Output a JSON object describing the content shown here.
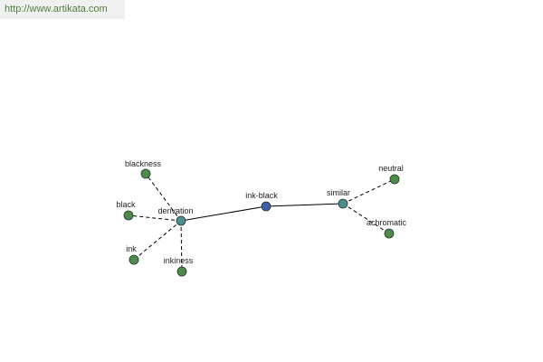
{
  "banner": {
    "url_text": "http://www.artikata.com"
  },
  "colors": {
    "leaf": "#4e8a4e",
    "hub": "#4e8c93",
    "center": "#3f5fa6"
  },
  "nodes": [
    {
      "id": "ink-black",
      "label": "ink-black",
      "kind": "center"
    },
    {
      "id": "derivation",
      "label": "derivation",
      "kind": "hub"
    },
    {
      "id": "similar",
      "label": "similar",
      "kind": "hub"
    },
    {
      "id": "blackness",
      "label": "blackness",
      "kind": "leaf"
    },
    {
      "id": "black",
      "label": "black",
      "kind": "leaf"
    },
    {
      "id": "ink",
      "label": "ink",
      "kind": "leaf"
    },
    {
      "id": "inkiness",
      "label": "inkiness",
      "kind": "leaf"
    },
    {
      "id": "neutral",
      "label": "neutral",
      "kind": "leaf"
    },
    {
      "id": "achromatic",
      "label": "achromatic",
      "kind": "leaf"
    }
  ],
  "edges": [
    {
      "from": "ink-black",
      "to": "derivation",
      "style": "solid"
    },
    {
      "from": "ink-black",
      "to": "similar",
      "style": "solid"
    },
    {
      "from": "derivation",
      "to": "blackness",
      "style": "dashed"
    },
    {
      "from": "derivation",
      "to": "black",
      "style": "dashed"
    },
    {
      "from": "derivation",
      "to": "ink",
      "style": "dashed"
    },
    {
      "from": "derivation",
      "to": "inkiness",
      "style": "dashed"
    },
    {
      "from": "similar",
      "to": "neutral",
      "style": "dashed"
    },
    {
      "from": "similar",
      "to": "achromatic",
      "style": "dashed"
    }
  ]
}
